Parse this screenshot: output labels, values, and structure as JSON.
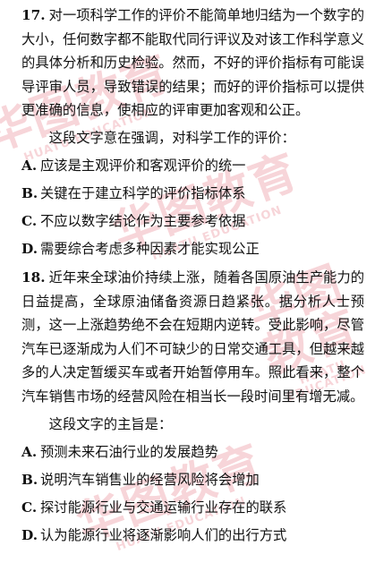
{
  "watermark": {
    "cn": "华图教育",
    "en": "HUATU EDUCATION"
  },
  "questions": [
    {
      "number": "17.",
      "passage": "对一项科学工作的评价不能简单地归结为一个数字的大小，任何数字都不能取代同行评议及对该工作科学意义的具体分析和历史检验。然而，不好的评价指标有可能误导评审人员，导致错误的结果；而好的评价指标可以提供更准确的信息，使相应的评审更加客观和公正。",
      "stem": "这段文字意在强调，对科学工作的评价：",
      "options": [
        {
          "letter": "A.",
          "text": "应该是主观评价和客观评价的统一"
        },
        {
          "letter": "B.",
          "text": "关键在于建立科学的评价指标体系"
        },
        {
          "letter": "C.",
          "text": "不应以数字结论作为主要参考依据"
        },
        {
          "letter": "D.",
          "text": "需要综合考虑多种因素才能实现公正"
        }
      ]
    },
    {
      "number": "18.",
      "passage": "近年来全球油价持续上涨，随着各国原油生产能力的日益提高，全球原油储备资源日趋紧张。据分析人士预测，这一上涨趋势绝不会在短期内逆转。受此影响，尽管汽车已逐渐成为人们不可缺少的日常交通工具，但越来越多的人决定暂缓买车或者开始暂停用车。照此看来，整个汽车销售市场的经营风险在相当长一段时间里有增无减。",
      "stem": "这段文字的主旨是：",
      "options": [
        {
          "letter": "A.",
          "text": "预测未来石油行业的发展趋势"
        },
        {
          "letter": "B.",
          "text": "说明汽车销售业的经营风险将会增加"
        },
        {
          "letter": "C.",
          "text": "探讨能源行业与交通运输行业存在的联系"
        },
        {
          "letter": "D.",
          "text": "认为能源行业将逐渐影响人们的出行方式"
        }
      ]
    }
  ]
}
